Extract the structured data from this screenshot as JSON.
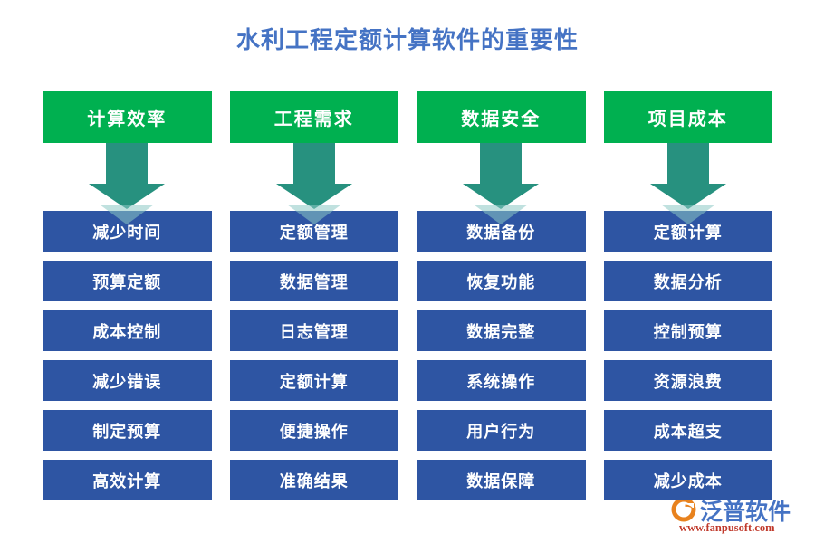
{
  "page": {
    "title": "水利工程定额计算软件的重要性",
    "title_color": "#4573c4",
    "background_color": "#ffffff"
  },
  "theme": {
    "header_green": "#00b050",
    "arrow_teal": "#27917f",
    "cell_blue": "#2e55a3",
    "text_white": "#ffffff",
    "logo_blue": "#4573c4",
    "logo_orange": "#e8821e",
    "logo_url_red": "#c0392b"
  },
  "columns": [
    {
      "header": "计算效率",
      "arrow_icon": "down-arrow-icon",
      "cells": [
        "减少时间",
        "预算定额",
        "成本控制",
        "减少错误",
        "制定预算",
        "高效计算"
      ]
    },
    {
      "header": "工程需求",
      "arrow_icon": "down-arrow-icon",
      "cells": [
        "定额管理",
        "数据管理",
        "日志管理",
        "定额计算",
        "便捷操作",
        "准确结果"
      ]
    },
    {
      "header": "数据安全",
      "arrow_icon": "down-arrow-icon",
      "cells": [
        "数据备份",
        "恢复功能",
        "数据完整",
        "系统操作",
        "用户行为",
        "数据保障"
      ]
    },
    {
      "header": "项目成本",
      "arrow_icon": "down-arrow-icon",
      "cells": [
        "定额计算",
        "数据分析",
        "控制预算",
        "资源浪费",
        "成本超支",
        "减少成本"
      ]
    }
  ],
  "logo": {
    "mark_icon": "fanpu-swoosh-icon",
    "brand": "泛普软件",
    "url": "www.fanpusoft.com"
  }
}
